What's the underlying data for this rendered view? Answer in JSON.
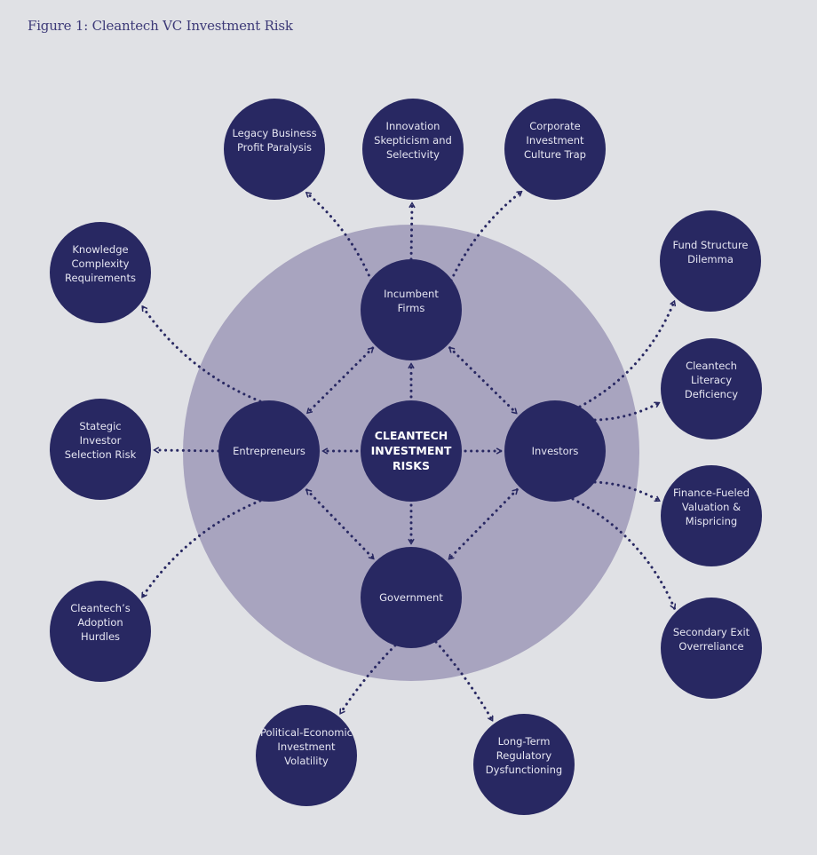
{
  "title": "Figure 1: Cleantech VC Investment Risk",
  "colors": {
    "background": "#e0e1e5",
    "ring": "#a8a4bf",
    "node": "#282862",
    "text": "#e6e6f2",
    "title": "#3d3a78"
  },
  "center": {
    "id": "center",
    "lines": [
      "CLEANTECH",
      "INVESTMENT",
      "RISKS"
    ]
  },
  "actors": [
    {
      "id": "incumbent",
      "lines": [
        "Incumbent",
        "Firms"
      ]
    },
    {
      "id": "entrepreneurs",
      "lines": [
        "Entrepreneurs"
      ]
    },
    {
      "id": "investors",
      "lines": [
        "Investors"
      ]
    },
    {
      "id": "government",
      "lines": [
        "Government"
      ]
    }
  ],
  "risks": [
    {
      "id": "legacy",
      "parent": "incumbent",
      "lines": [
        "Legacy Business",
        "Profit Paralysis"
      ]
    },
    {
      "id": "innovation",
      "parent": "incumbent",
      "lines": [
        "Innovation",
        "Skepticism and",
        "Selectivity"
      ]
    },
    {
      "id": "corporate",
      "parent": "incumbent",
      "lines": [
        "Corporate",
        "Investment",
        "Culture Trap"
      ]
    },
    {
      "id": "knowledge",
      "parent": "entrepreneurs",
      "lines": [
        "Knowledge",
        "Complexity",
        "Requirements"
      ]
    },
    {
      "id": "strategic",
      "parent": "entrepreneurs",
      "lines": [
        "Stategic",
        "Investor",
        "Selection Risk"
      ]
    },
    {
      "id": "adoption",
      "parent": "entrepreneurs",
      "lines": [
        "Cleantech’s",
        "Adoption",
        "Hurdles"
      ]
    },
    {
      "id": "political",
      "parent": "government",
      "lines": [
        "Political-Economic",
        "Investment",
        "Volatility"
      ]
    },
    {
      "id": "regulatory",
      "parent": "government",
      "lines": [
        "Long-Term",
        "Regulatory",
        "Dysfunctioning"
      ]
    },
    {
      "id": "fund",
      "parent": "investors",
      "lines": [
        "Fund Structure",
        "Dilemma"
      ]
    },
    {
      "id": "literacy",
      "parent": "investors",
      "lines": [
        "Cleantech",
        "Literacy",
        "Deficiency"
      ]
    },
    {
      "id": "finance",
      "parent": "investors",
      "lines": [
        "Finance-Fueled",
        "Valuation &",
        "Mispricing"
      ]
    },
    {
      "id": "secondary",
      "parent": "investors",
      "lines": [
        "Secondary Exit",
        "Overreliance"
      ]
    }
  ],
  "links": [
    {
      "from": "center",
      "to": "incumbent",
      "type": "one-way"
    },
    {
      "from": "center",
      "to": "entrepreneurs",
      "type": "one-way"
    },
    {
      "from": "center",
      "to": "investors",
      "type": "one-way"
    },
    {
      "from": "center",
      "to": "government",
      "type": "one-way"
    },
    {
      "from": "incumbent",
      "to": "entrepreneurs",
      "type": "two-way"
    },
    {
      "from": "incumbent",
      "to": "investors",
      "type": "two-way"
    },
    {
      "from": "entrepreneurs",
      "to": "government",
      "type": "two-way"
    },
    {
      "from": "investors",
      "to": "government",
      "type": "two-way"
    }
  ]
}
